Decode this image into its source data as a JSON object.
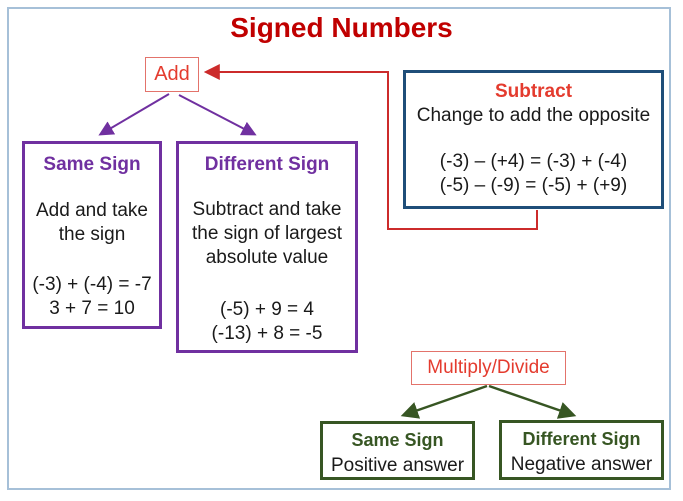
{
  "title": "Signed Numbers",
  "colors": {
    "title": "#c00000",
    "red_text": "#e43b2e",
    "red_box": "#e3736b",
    "red_line": "#cc2b2b",
    "purple": "#7030a0",
    "navy": "#1f4e79",
    "green": "#375623",
    "frame": "#a6c0d8",
    "text": "#1a1a1a"
  },
  "add_box": {
    "label": "Add"
  },
  "subtract_box": {
    "title": "Subtract",
    "rule": "Change to add the opposite",
    "examples": [
      "(-3) – (+4) = (-3) + (-4)",
      "(-5) – (-9) = (-5) + (+9)"
    ]
  },
  "same_sign_box": {
    "title": "Same Sign",
    "rule": "Add and take the sign",
    "examples": [
      "(-3) + (-4) = -7",
      "3 + 7 = 10"
    ]
  },
  "different_sign_box": {
    "title": "Different Sign",
    "rule": "Subtract and take the sign of largest absolute value",
    "examples": [
      "(-5) + 9 = 4",
      "(-13) + 8 = -5"
    ]
  },
  "multiply_divide_box": {
    "label": "Multiply/Divide"
  },
  "md_same_sign_box": {
    "title": "Same Sign",
    "answer": "Positive answer"
  },
  "md_different_sign_box": {
    "title": "Different Sign",
    "answer": "Negative answer"
  }
}
